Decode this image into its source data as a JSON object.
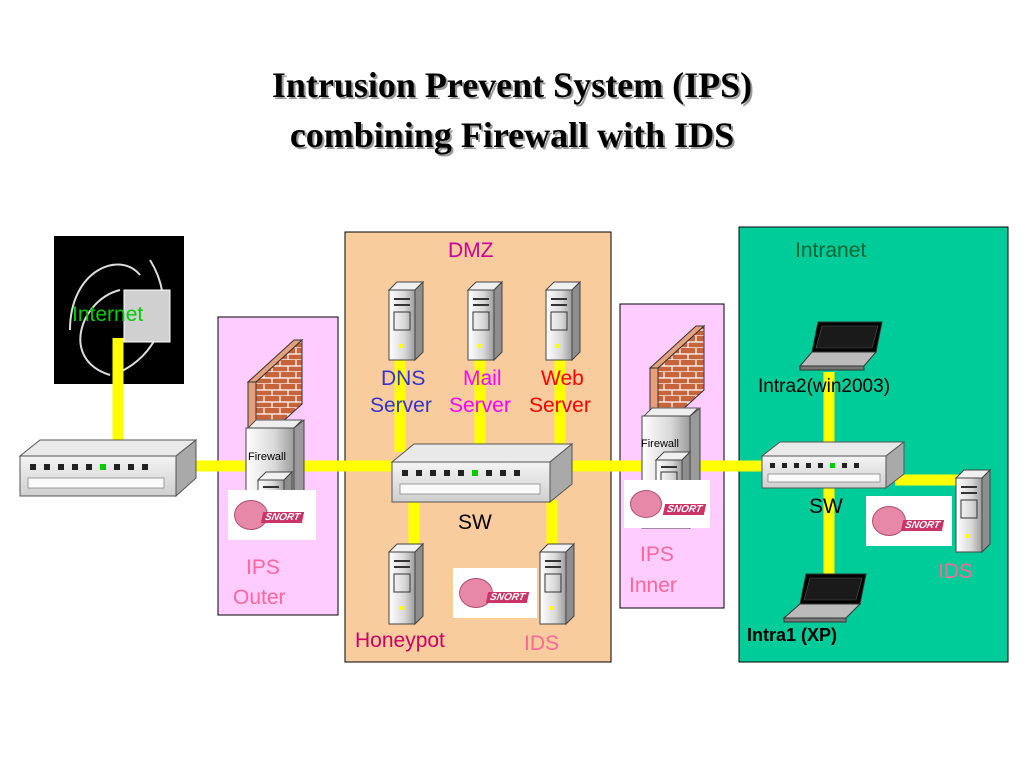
{
  "title": {
    "line1": "Intrusion Prevent System (IPS)",
    "line2": "combining Firewall with IDS"
  },
  "zones": {
    "internet": "Internet",
    "dmz": "DMZ",
    "intranet": "Intranet"
  },
  "ips_outer": {
    "line1": "IPS",
    "line2": "Outer",
    "firewall": "Firewall"
  },
  "ips_inner": {
    "line1": "IPS",
    "line2": "Inner",
    "firewall": "Firewall"
  },
  "dmz": {
    "dns": {
      "line1": "DNS",
      "line2": "Server"
    },
    "mail": {
      "line1": "Mail",
      "line2": "Server"
    },
    "web": {
      "line1": "Web",
      "line2": "Server"
    },
    "switch": "SW",
    "honeypot": "Honeypot",
    "ids": "IDS"
  },
  "intranet": {
    "intra2": "Intra2(win2003)",
    "switch": "SW",
    "ids": "IDS",
    "intra1": "Intra1 (XP)"
  },
  "snort_logo_text": "SNORT",
  "colors": {
    "dmz_bg": "#f9cc9d",
    "intranet_bg": "#00cc99",
    "ips_bg": "#ffccff",
    "link": "#ffff00",
    "pink_label": "#ff6699",
    "magenta": "#cc0099",
    "blue": "#3333cc",
    "mail_magenta": "#ff00ff",
    "red": "#ff0000",
    "green": "#00cc00"
  }
}
